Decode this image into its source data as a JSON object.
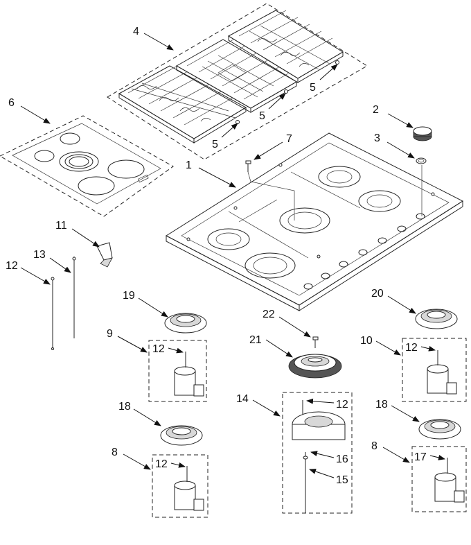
{
  "callouts": [
    {
      "id": "c1",
      "label": "1"
    },
    {
      "id": "c2",
      "label": "2"
    },
    {
      "id": "c3",
      "label": "3"
    },
    {
      "id": "c4",
      "label": "4"
    },
    {
      "id": "c5a",
      "label": "5"
    },
    {
      "id": "c5b",
      "label": "5"
    },
    {
      "id": "c5c",
      "label": "5"
    },
    {
      "id": "c6",
      "label": "6"
    },
    {
      "id": "c7",
      "label": "7"
    },
    {
      "id": "c8a",
      "label": "8"
    },
    {
      "id": "c8b",
      "label": "8"
    },
    {
      "id": "c9",
      "label": "9"
    },
    {
      "id": "c10",
      "label": "10"
    },
    {
      "id": "c11",
      "label": "11"
    },
    {
      "id": "c12a",
      "label": "12"
    },
    {
      "id": "c12b",
      "label": "12"
    },
    {
      "id": "c12c",
      "label": "12"
    },
    {
      "id": "c12d",
      "label": "12"
    },
    {
      "id": "c12e",
      "label": "12"
    },
    {
      "id": "c13",
      "label": "13"
    },
    {
      "id": "c14",
      "label": "14"
    },
    {
      "id": "c15",
      "label": "15"
    },
    {
      "id": "c16",
      "label": "16"
    },
    {
      "id": "c17",
      "label": "17"
    },
    {
      "id": "c18a",
      "label": "18"
    },
    {
      "id": "c18b",
      "label": "18"
    },
    {
      "id": "c19",
      "label": "19"
    },
    {
      "id": "c20",
      "label": "20"
    },
    {
      "id": "c21",
      "label": "21"
    },
    {
      "id": "c22",
      "label": "22"
    }
  ]
}
